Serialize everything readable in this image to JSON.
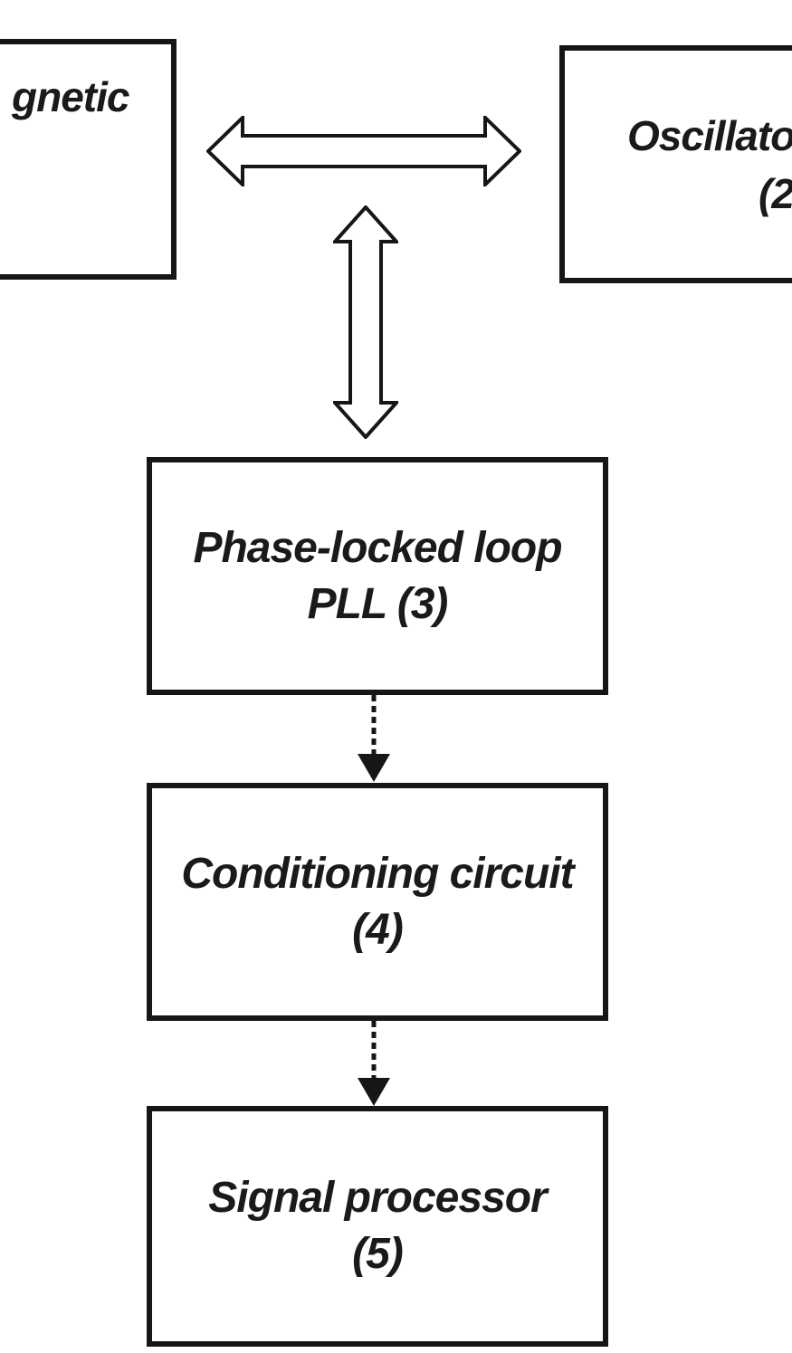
{
  "figure": {
    "type": "block-diagram",
    "boxes": {
      "magnetic": {
        "visible_text": "gnetic",
        "note": ""
      },
      "oscillator": {
        "line1": "Oscillato",
        "line2": "(2"
      },
      "pll": {
        "line1": "Phase-locked loop",
        "line2": "PLL (3)"
      },
      "conditioning": {
        "line1": "Conditioning circuit",
        "line2": "(4)"
      },
      "signal": {
        "line1": "Signal processor",
        "line2": "(5)"
      }
    },
    "arrows": {
      "horizontal_bidirectional": "double-arrow between left box and oscillator box",
      "vertical_bidirectional": "double-arrow down toward PLL",
      "flow_1": "dashed arrow from PLL to conditioning circuit",
      "flow_2": "dashed arrow from conditioning circuit to signal processor"
    },
    "colors": {
      "ink": "#161616",
      "background": "#ffffff",
      "box_fill": "#ffffff"
    }
  }
}
